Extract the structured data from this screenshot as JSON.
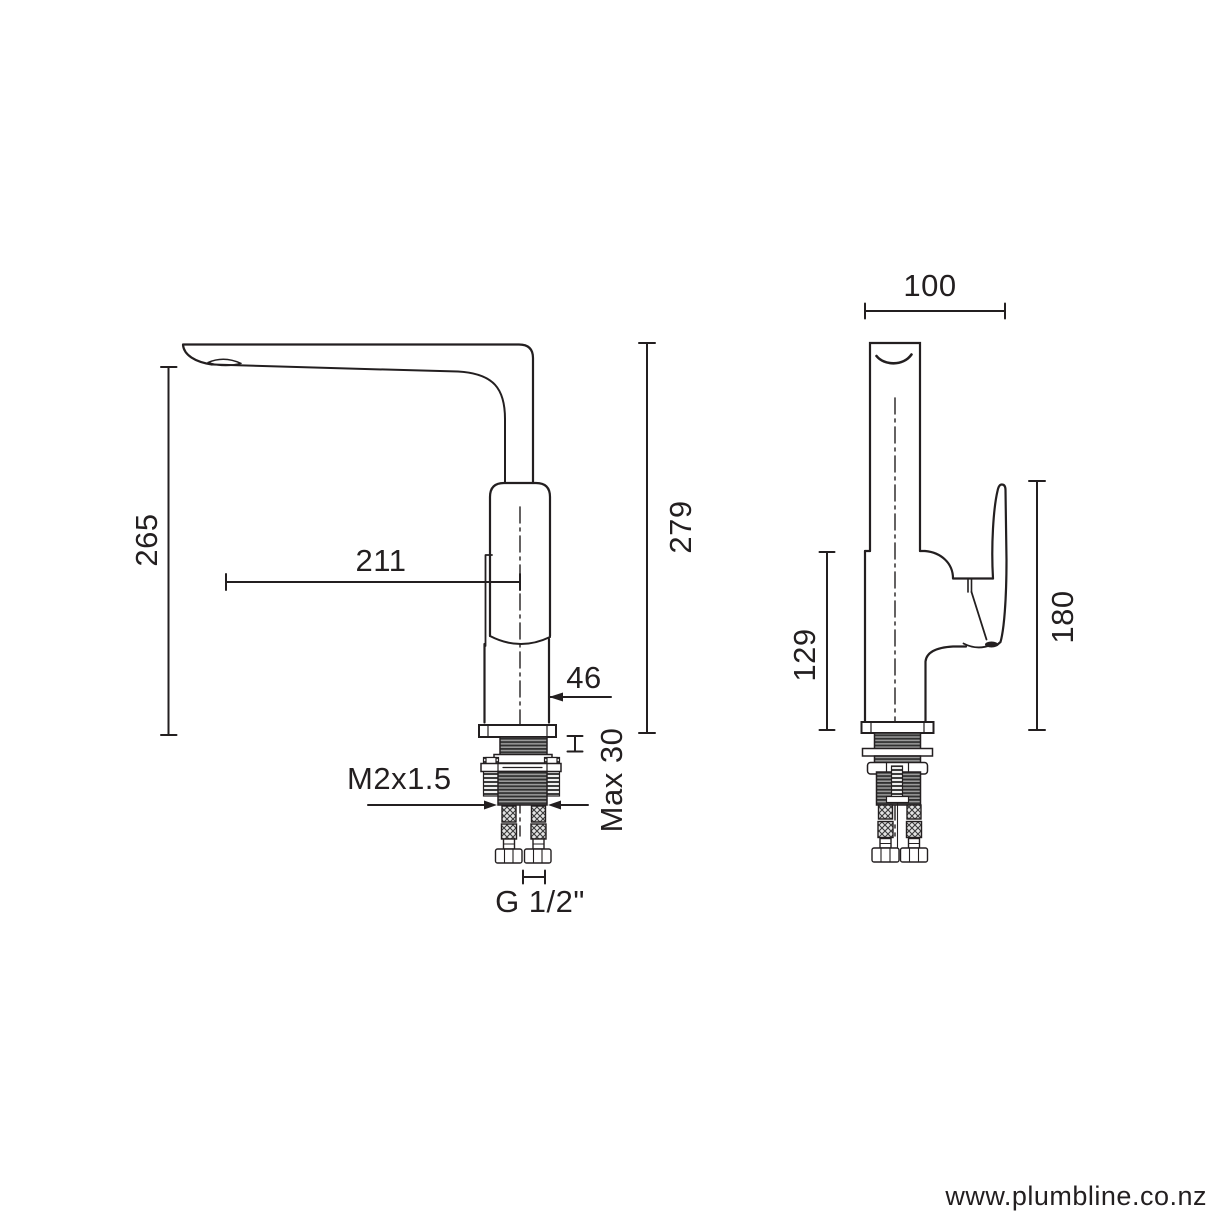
{
  "side_view": {
    "dim_spout_height": "265",
    "dim_reach": "211",
    "dim_overall_height": "279",
    "dim_body_width": "46",
    "dim_max_bench_thickness": "Max 30",
    "dim_fixing_thread": "M2x1.5",
    "dim_hose_thread": "G 1/2\""
  },
  "front_view": {
    "dim_spout_width": "100",
    "dim_body_height": "129",
    "dim_handle_height": "180"
  },
  "footer": {
    "website": "www.plumbline.co.nz"
  },
  "colors": {
    "line": "#231f20",
    "background": "#ffffff"
  }
}
